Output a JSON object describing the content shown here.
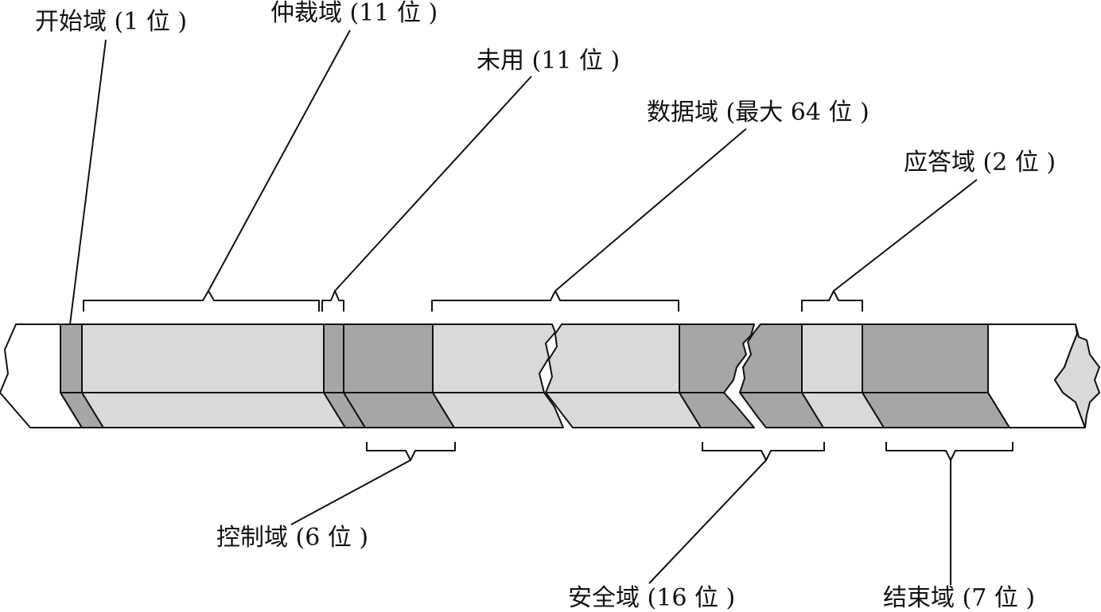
{
  "labels": {
    "start": "开始域 (1 位 )",
    "arbitration": "仲裁域 (11 位 )",
    "unused": "未用 (11 位 )",
    "data": "数据域 (最大 64 位 )",
    "ack": "应答域 (2 位 )",
    "control": "控制域 (6 位 )",
    "safety": "安全域 (16 位 )",
    "end": "结束域 (7 位 )"
  },
  "colors": {
    "dark": "#a6a6a6",
    "light": "#d9d9d9",
    "white": "#ffffff",
    "stroke": "#111111"
  }
}
